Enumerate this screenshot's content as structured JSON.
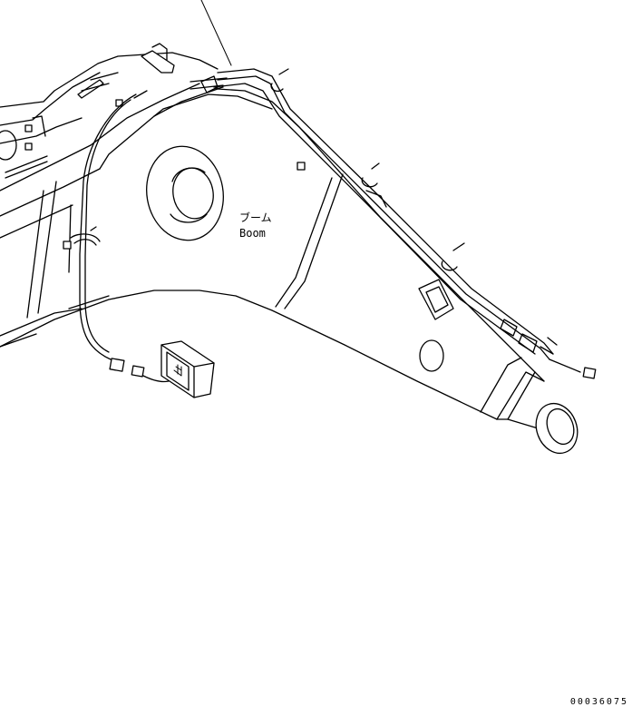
{
  "labels": {
    "part_name_jp": "ブーム",
    "part_name_en": "Boom"
  },
  "drawing_number": "00036075"
}
